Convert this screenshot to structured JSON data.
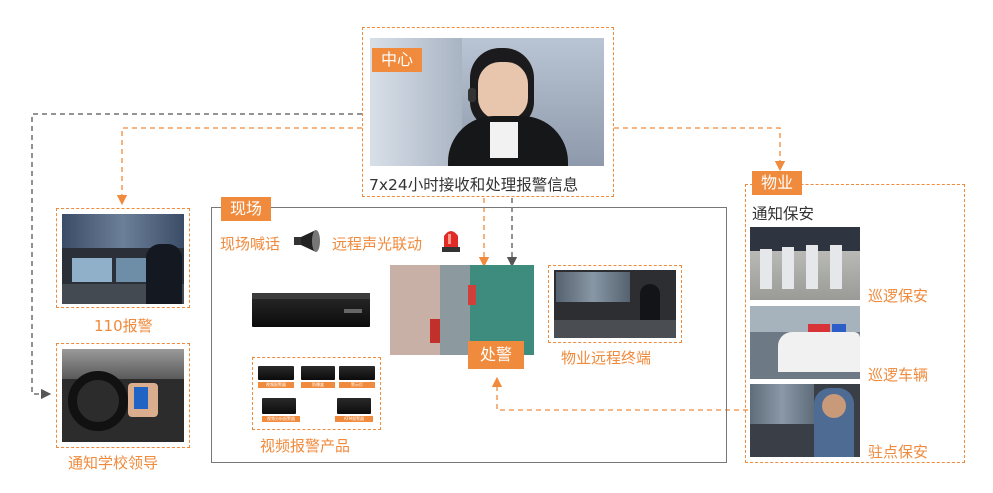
{
  "colors": {
    "accent": "#f08a3c",
    "line_grey": "#555555",
    "text": "#333333"
  },
  "center": {
    "tag": "中心",
    "caption": "7x24小时接收和处理报警信息"
  },
  "alarm_110": {
    "label": "110报警"
  },
  "notify_school": {
    "label": "通知学校领导"
  },
  "scene": {
    "tag": "现场",
    "shout": "现场喊话",
    "linkage": "远程声光联动",
    "dispatch": "处警",
    "products_label": "视频报警产品",
    "product_tags": [
      "视频报警器",
      "防爆盒",
      "警示灯",
      "视频分析报警器",
      "ATM报警器"
    ]
  },
  "terminal": {
    "label": "物业远程终端"
  },
  "property": {
    "tag": "物业",
    "notify": "通知保安",
    "items": [
      "巡逻保安",
      "巡逻车辆",
      "驻点保安"
    ]
  },
  "icons": [
    "loudspeaker-icon",
    "warning-light-icon"
  ]
}
